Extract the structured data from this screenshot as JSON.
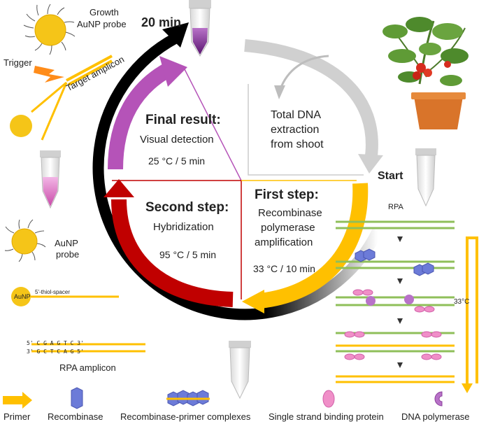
{
  "header": {
    "growth_probe_line1": "Growth",
    "growth_probe_line2": "AuNP probe",
    "time_total": "20 min",
    "trigger": "Trigger",
    "target_amplicon": "Target amplicon",
    "start": "Start"
  },
  "center": {
    "extraction_line1": "Total DNA",
    "extraction_line2": "extraction",
    "extraction_line3": "from shoot",
    "final_title": "Final result:",
    "final_sub": "Visual detection",
    "final_cond": "25 °C / 5 min",
    "second_title": "Second step:",
    "second_sub": "Hybridization",
    "second_cond": "95 °C / 5 min",
    "first_title": "First step:",
    "first_sub1": "Recombinase",
    "first_sub2": "polymerase",
    "first_sub3": "amplification",
    "first_cond": "33 °C / 10 min"
  },
  "left": {
    "aunp_probe_line1": "AuNP",
    "aunp_probe_line2": "probe",
    "aunp_label": "AuNP",
    "thiol_spacer": "5'-thiol-spacer",
    "rpa_amplicon": "RPA amplicon",
    "seq_top": "5' C G     A G     T C  3'",
    "seq_bot": "3' G C     T C     A G  5'"
  },
  "right": {
    "rpa": "RPA",
    "temp": "33°C"
  },
  "legend": {
    "primer": "Primer",
    "recombinase": "Recombinase",
    "complexes": "Recombinase-primer complexes",
    "ssb": "Single strand binding protein",
    "polymerase": "DNA polymerase"
  },
  "colors": {
    "purple": "#b553b8",
    "red": "#c00000",
    "yellow": "#ffc000",
    "gray": "#cfcfcf",
    "black": "#000000",
    "green": "#8fbf5a",
    "gold": "#f5c518"
  }
}
